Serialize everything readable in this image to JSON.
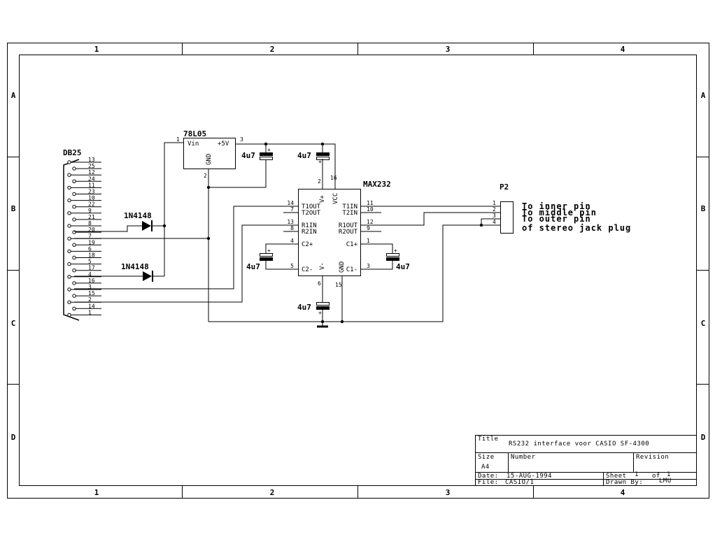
{
  "border": {
    "columns": [
      "1",
      "2",
      "3",
      "4"
    ],
    "rows": [
      "A",
      "B",
      "C",
      "D"
    ]
  },
  "components": {
    "db25": {
      "ref": "DB25",
      "pins": [
        "13",
        "25",
        "12",
        "24",
        "11",
        "23",
        "10",
        "22",
        "9",
        "21",
        "8",
        "20",
        "7",
        "19",
        "6",
        "18",
        "5",
        "17",
        "4",
        "16",
        "3",
        "15",
        "2",
        "14",
        "1"
      ]
    },
    "regulator": {
      "ref": "78L05",
      "vin": "Vin",
      "vout": "+5V",
      "gnd": "GND",
      "pin_in": "1",
      "pin_out": "3",
      "pin_gnd": "2"
    },
    "diode_top": {
      "ref": "1N4148"
    },
    "diode_bottom": {
      "ref": "1N4148"
    },
    "max232": {
      "ref": "MAX232",
      "v_plus": "V+",
      "vcc": "VCC",
      "gnd": "GND",
      "v_minus": "V-",
      "left_labels": [
        "T1OUT",
        "T2OUT",
        "R1IN",
        "R2IN",
        "C2+",
        "C2-"
      ],
      "left_pins": [
        "14",
        "7",
        "13",
        "8",
        "4",
        "5"
      ],
      "right_labels": [
        "T1IN",
        "T2IN",
        "R1OUT",
        "R2OUT",
        "C1+",
        "C1-"
      ],
      "right_pins": [
        "11",
        "10",
        "12",
        "9",
        "1",
        "3"
      ],
      "top_pins": [
        "2",
        "16"
      ],
      "bottom_pins": [
        "6",
        "15"
      ]
    },
    "capacitors": {
      "c_reg": "4u7",
      "c_vcc": "4u7",
      "c_c2": "4u7",
      "c_c1": "4u7",
      "c_vminus": "4u7",
      "plus": "+"
    },
    "p2": {
      "ref": "P2",
      "pins": [
        "1",
        "2",
        "3",
        "4"
      ],
      "notes": [
        "To inner pin",
        "To middle pin",
        "To outer pin",
        "of stereo jack plug"
      ]
    }
  },
  "title_block": {
    "title_label": "Title",
    "title": "RS232 interface voor CASIO SF-4300",
    "size_label": "Size",
    "size": "A4",
    "number_label": "Number",
    "revision_label": "Revision",
    "date_label": "Date:",
    "date": "15-AUG-1994",
    "file_label": "File:",
    "file": "CASIO/1",
    "sheet_label": "Sheet",
    "sheet_num": "1",
    "of_label": "of",
    "sheet_total": "1",
    "drawn_label": "Drawn By:",
    "drawn_by": "LMU"
  }
}
